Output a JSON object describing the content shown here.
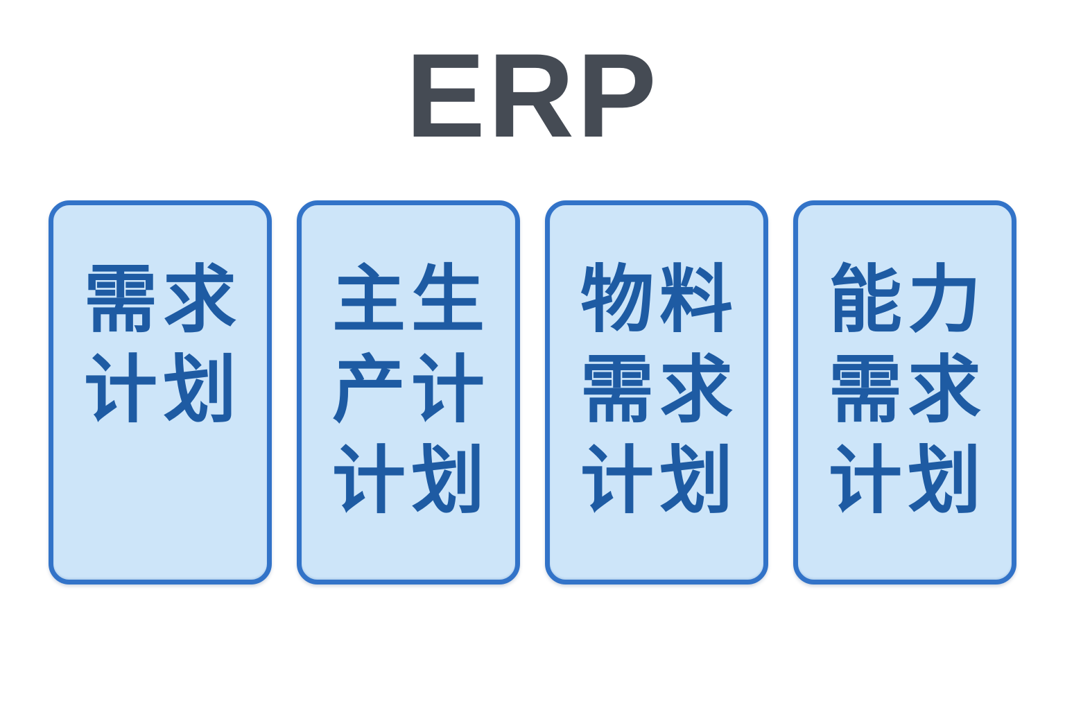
{
  "title": "ERP",
  "colors": {
    "background": "#ffffff",
    "title_color": "#454b54",
    "box_fill": "#cde5f9",
    "box_border": "#3273c8",
    "box_text": "#1e5ba3"
  },
  "boxes": [
    {
      "id": "demand-planning",
      "lines": [
        "需求",
        "计划"
      ]
    },
    {
      "id": "master-production-schedule",
      "lines": [
        "主生",
        "产计",
        "计划"
      ]
    },
    {
      "id": "material-requirements-planning",
      "lines": [
        "物料",
        "需求",
        "计划"
      ]
    },
    {
      "id": "capacity-requirements-planning",
      "lines": [
        "能力",
        "需求",
        "计划"
      ]
    }
  ]
}
